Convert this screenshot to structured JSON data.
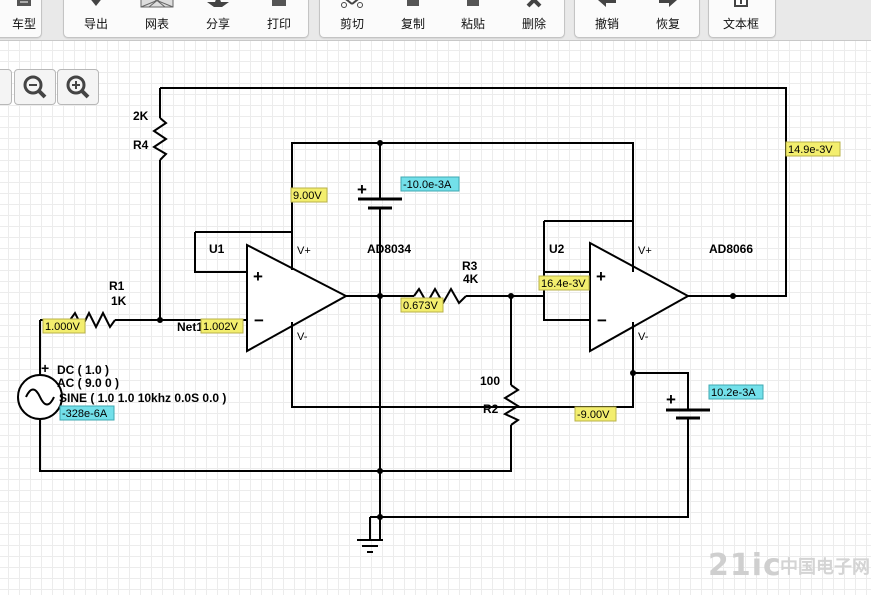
{
  "toolbar": {
    "buttons": [
      {
        "label": "车型"
      },
      {
        "label": "导出"
      },
      {
        "label": "网表"
      },
      {
        "label": "分享"
      },
      {
        "label": "打印"
      },
      {
        "label": "剪切"
      },
      {
        "label": "复制"
      },
      {
        "label": "粘贴"
      },
      {
        "label": "删除"
      },
      {
        "label": "撤销"
      },
      {
        "label": "恢复"
      },
      {
        "label": "文本框"
      }
    ]
  },
  "zoom": {
    "out_icon": "zoom-out-icon",
    "in_icon": "zoom-in-icon"
  },
  "schematic": {
    "r4": {
      "value": "2K",
      "name": "R4"
    },
    "r1": {
      "name": "R1",
      "value": "1K"
    },
    "r3": {
      "name": "R3",
      "value": "4K"
    },
    "r2": {
      "value": "100",
      "name": "R2"
    },
    "u1": {
      "name": "U1",
      "part": "AD8034",
      "vplus": "V+",
      "vminus": "V-",
      "plus": "+",
      "minus": "−"
    },
    "u2": {
      "name": "U2",
      "part": "AD8066",
      "vplus": "V+",
      "vminus": "V-",
      "plus": "+",
      "minus": "−"
    },
    "net_label": "Net1000",
    "source": {
      "plus": "+",
      "dc": "DC ( 1.0 )",
      "ac": "AC ( 9.0 0 )",
      "sine": "SINE ( 1.0 1.0 10khz 0.0S 0.0 )"
    },
    "battery_top_plus": "+",
    "battery_right_plus": "+"
  },
  "probes": {
    "v_9_00": "9.00V",
    "i_top_batt": "-10.0e-3A",
    "v_out_right": "14.9e-3V",
    "v_in": "1.000V",
    "v_net": "1.002V",
    "v_u1out": "0.673V",
    "v_u2in": "16.4e-3V",
    "i_source": "-328e-6A",
    "v_neg9": "-9.00V",
    "i_right_batt": "10.2e-3A"
  },
  "colors": {
    "voltage_probe": "#f3ee6e",
    "current_probe": "#73e0ea",
    "wire": "#000000",
    "grid": "#ececec"
  },
  "watermark": {
    "text": "21ic",
    "sub": "中国电子网"
  }
}
